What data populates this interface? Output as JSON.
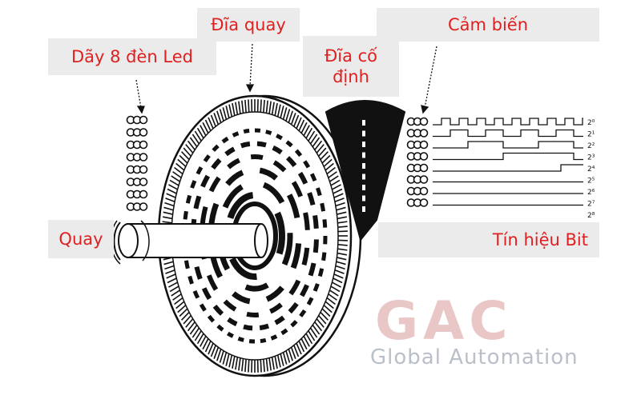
{
  "labels": {
    "led_row": "Dãy 8 đèn Led",
    "rotating_disc": "Đĩa quay",
    "fixed_disc_line1": "Đĩa cố",
    "fixed_disc_line2": "định",
    "sensor": "Cảm biến",
    "rotate": "Quay",
    "bit_signal": "Tín hiệu Bit"
  },
  "bit_labels": [
    "2⁰",
    "2¹",
    "2²",
    "2³",
    "2⁴",
    "2⁵",
    "2⁶",
    "2⁷",
    "2⁸"
  ],
  "watermark": {
    "logo_text": "GAC",
    "name": "Global Automation"
  },
  "colors": {
    "label_text": "#e02020",
    "label_bg": "#ebebeb",
    "line_art": "#111111",
    "watermark_red": "#e8b8b8",
    "watermark_gray": "#c8ced6"
  }
}
